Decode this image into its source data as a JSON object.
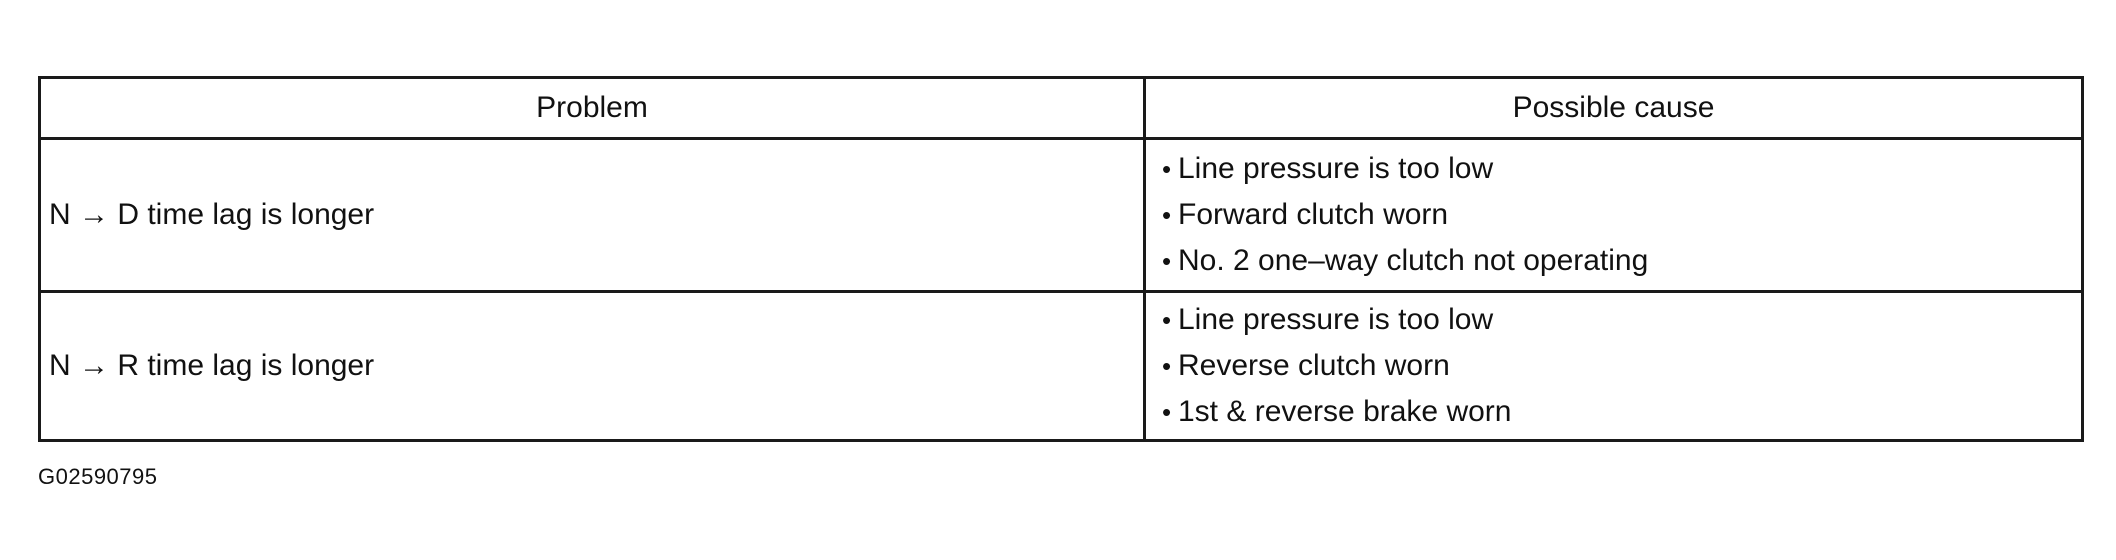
{
  "table": {
    "headers": {
      "problem": "Problem",
      "cause": "Possible cause"
    },
    "rows": [
      {
        "problem": "N → D time lag is longer",
        "causes": [
          "Line pressure is too low",
          "Forward clutch worn",
          "No. 2 one–way clutch not operating"
        ]
      },
      {
        "problem": "N → R time lag is longer",
        "causes": [
          "Line pressure is too low",
          "Reverse clutch worn",
          "1st & reverse brake worn"
        ]
      }
    ]
  },
  "bullet_glyph": "•",
  "footer": {
    "code": "G02590795"
  }
}
